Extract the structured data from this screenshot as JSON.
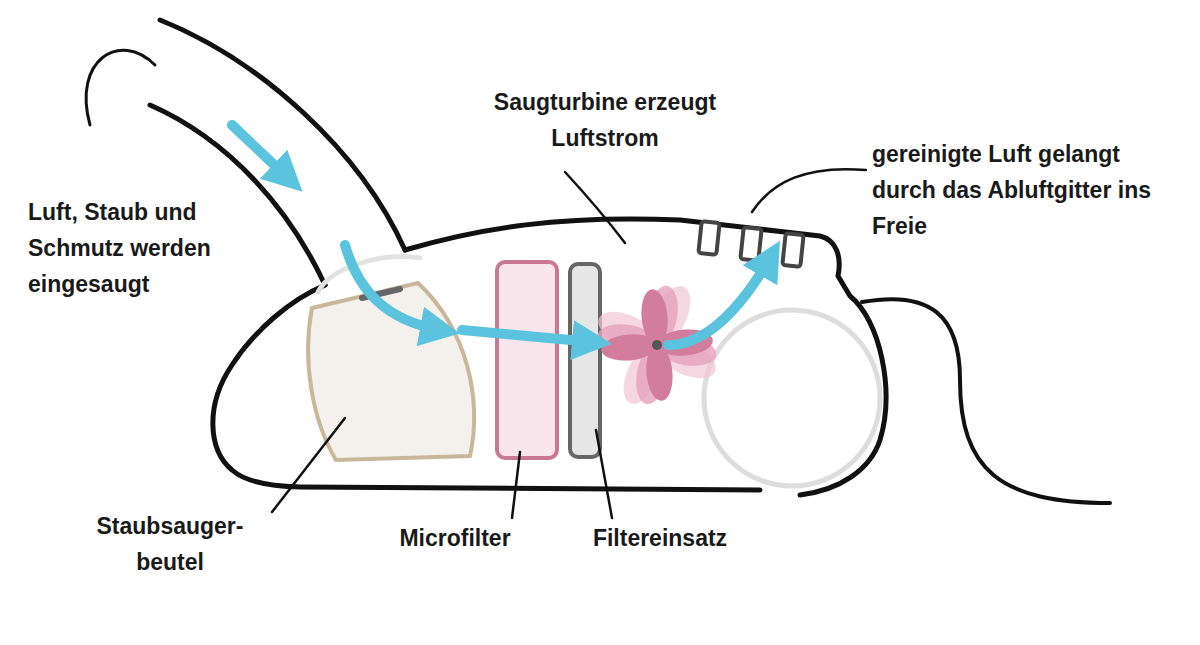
{
  "diagram": {
    "labels": [
      "Luft, Staub und Schmutz werden eingesaugt",
      "Saugturbine erzeugt Luftstrom",
      "gereinigte Luft gelangt durch das Abluftgitter ins Freie",
      "Staubsauger- beutel",
      "Microfilter",
      "Filtereinsatz"
    ]
  }
}
